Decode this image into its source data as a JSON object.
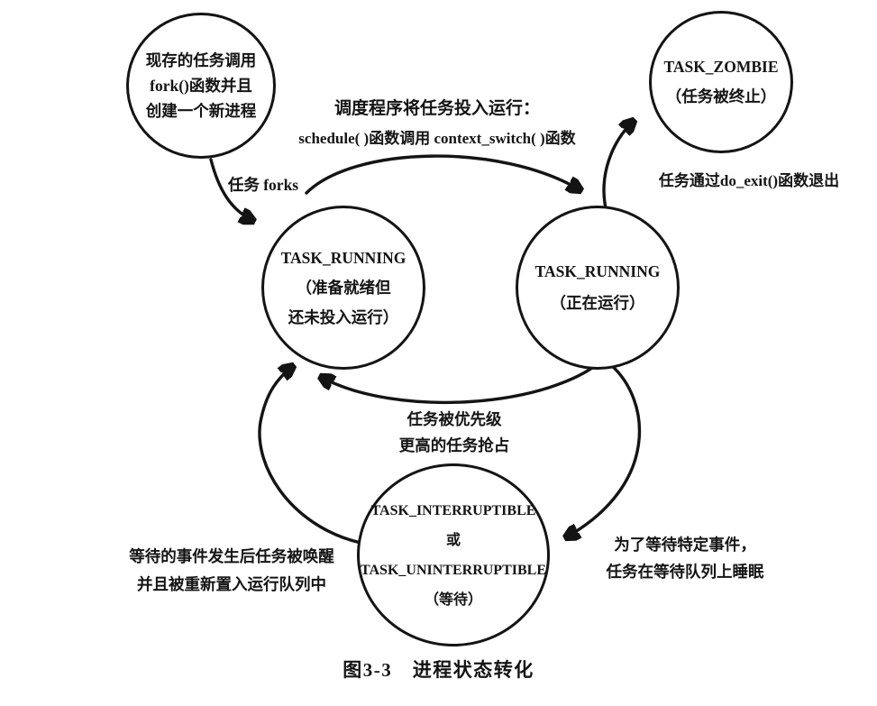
{
  "figure": {
    "caption": "图3-3　进程状态转化"
  },
  "colors": {
    "ink": "#141414",
    "paper": "#ffffff"
  },
  "nodes": {
    "fork": {
      "lines": [
        "现存的任务调用",
        "fork()函数并且",
        "创建一个新进程"
      ]
    },
    "zombie": {
      "lines": [
        "TASK_ZOMBIE",
        "（任务被终止）"
      ]
    },
    "ready": {
      "lines": [
        "TASK_RUNNING",
        "（准备就绪但",
        "还未投入运行）"
      ]
    },
    "running": {
      "lines": [
        "TASK_RUNNING",
        "（正在运行）"
      ]
    },
    "wait": {
      "lines": [
        "TASK_INTERRUPTIBLE",
        "或",
        "TASK_UNINTERRUPTIBLE",
        "（等待）"
      ]
    }
  },
  "edges": {
    "fork": {
      "label": "任务 forks"
    },
    "schedule": {
      "lines": [
        "调度程序将任务投入运行：",
        "schedule( )函数调用 context_switch( )函数"
      ]
    },
    "exit": {
      "label": "任务通过do_exit()函数退出"
    },
    "preempt": {
      "lines": [
        "任务被优先级",
        "更高的任务抢占"
      ]
    },
    "sleep": {
      "lines": [
        "为了等待特定事件，",
        "任务在等待队列上睡眠"
      ]
    },
    "wake": {
      "lines": [
        "等待的事件发生后任务被唤醒",
        "并且被重新置入运行队列中"
      ]
    }
  }
}
